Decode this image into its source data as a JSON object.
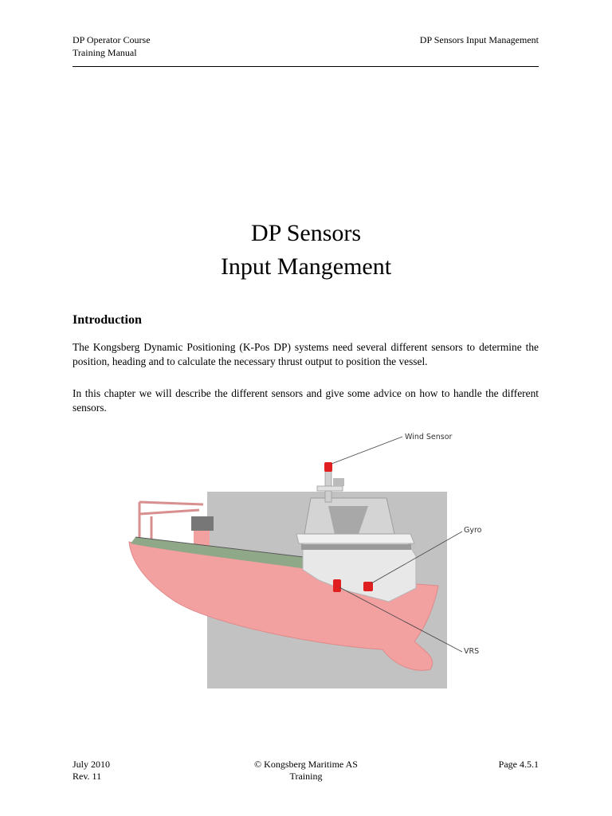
{
  "header": {
    "left_line1": "DP Operator Course",
    "left_line2": "Training Manual",
    "right_line1": "DP Sensors Input Management"
  },
  "title": {
    "line1": "DP Sensors",
    "line2": "Input Mangement"
  },
  "section": {
    "heading": "Introduction",
    "paragraph1": "The Kongsberg Dynamic Positioning (K-Pos DP) systems need several different sensors to determine the position, heading and to calculate the necessary thrust output to position the vessel.",
    "paragraph2": "In this chapter we will describe the different sensors and give some advice on how to handle the different sensors."
  },
  "figure": {
    "labels": {
      "wind_sensor": "Wind Sensor",
      "gyro": "Gyro",
      "vrs": "VRS"
    },
    "colors": {
      "hull": "#f2a0a0",
      "deck": "#8fa888",
      "superstructure": "#e4e4e4",
      "sensor": "#e02020",
      "background": "#c2c2c2"
    }
  },
  "footer": {
    "left_line1": "July 2010",
    "left_line2": "Rev. 11",
    "center_line1": "© Kongsberg Maritime AS",
    "center_line2": "Training",
    "right_line1": "Page 4.5.1"
  }
}
